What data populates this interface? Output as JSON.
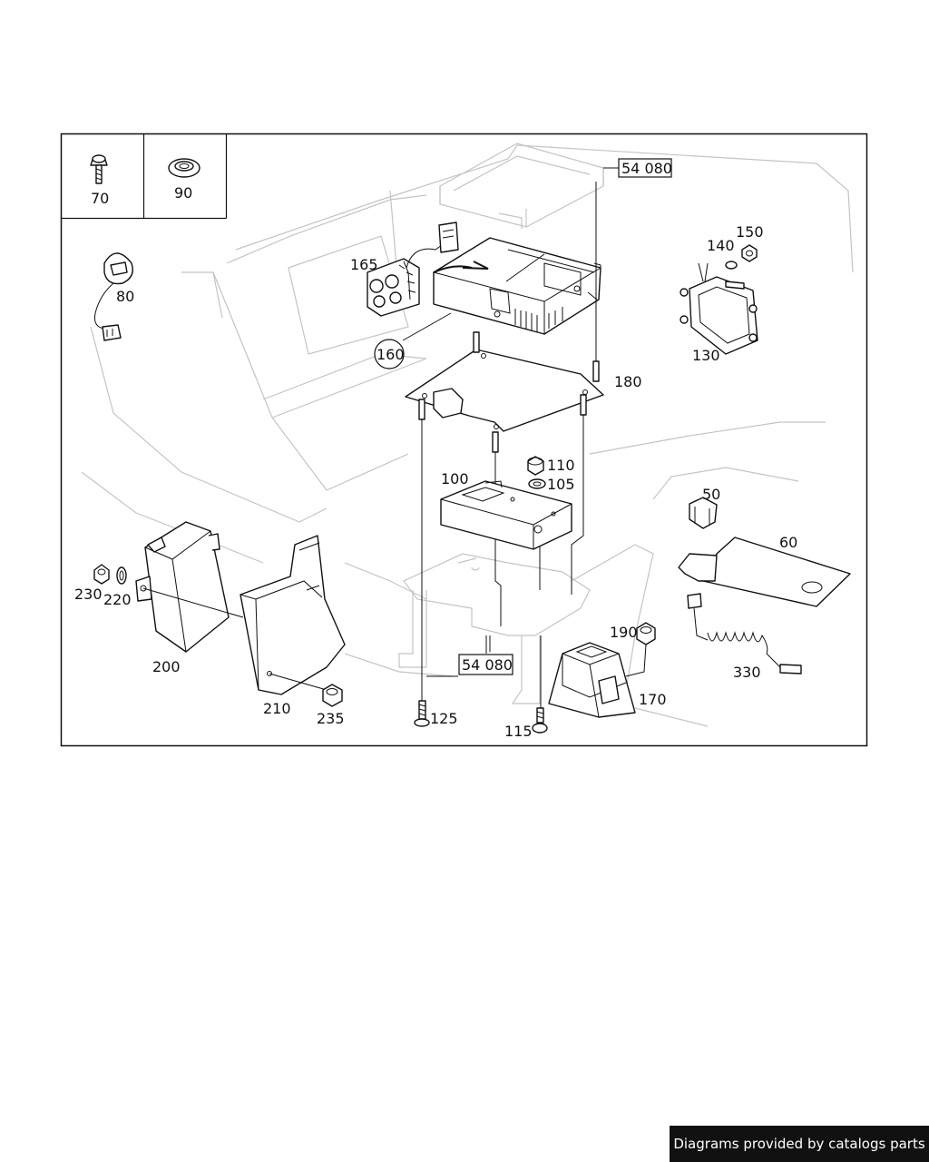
{
  "frame_border_color": "#111111",
  "ghost_line_color": "#c4c4c4",
  "legend": {
    "items": [
      {
        "number": "70",
        "icon": "bolt-icon"
      },
      {
        "number": "90",
        "icon": "grommet-icon"
      }
    ]
  },
  "callouts": {
    "p80": "80",
    "p165": "165",
    "p160": "160",
    "ref_top": "54 080",
    "p140": "140",
    "p150": "150",
    "p130": "130",
    "p180": "180",
    "p110": "110",
    "p105": "105",
    "p100": "100",
    "p50": "50",
    "p60": "60",
    "p230": "230",
    "p220": "220",
    "p200": "200",
    "p210": "210",
    "p235": "235",
    "ref_bottom": "54 080",
    "p125": "125",
    "p190": "190",
    "p330": "330",
    "p170": "170",
    "p115": "115"
  },
  "footer": {
    "text": "Diagrams provided by catalogs parts",
    "background": "#111111",
    "text_color": "#ffffff"
  }
}
